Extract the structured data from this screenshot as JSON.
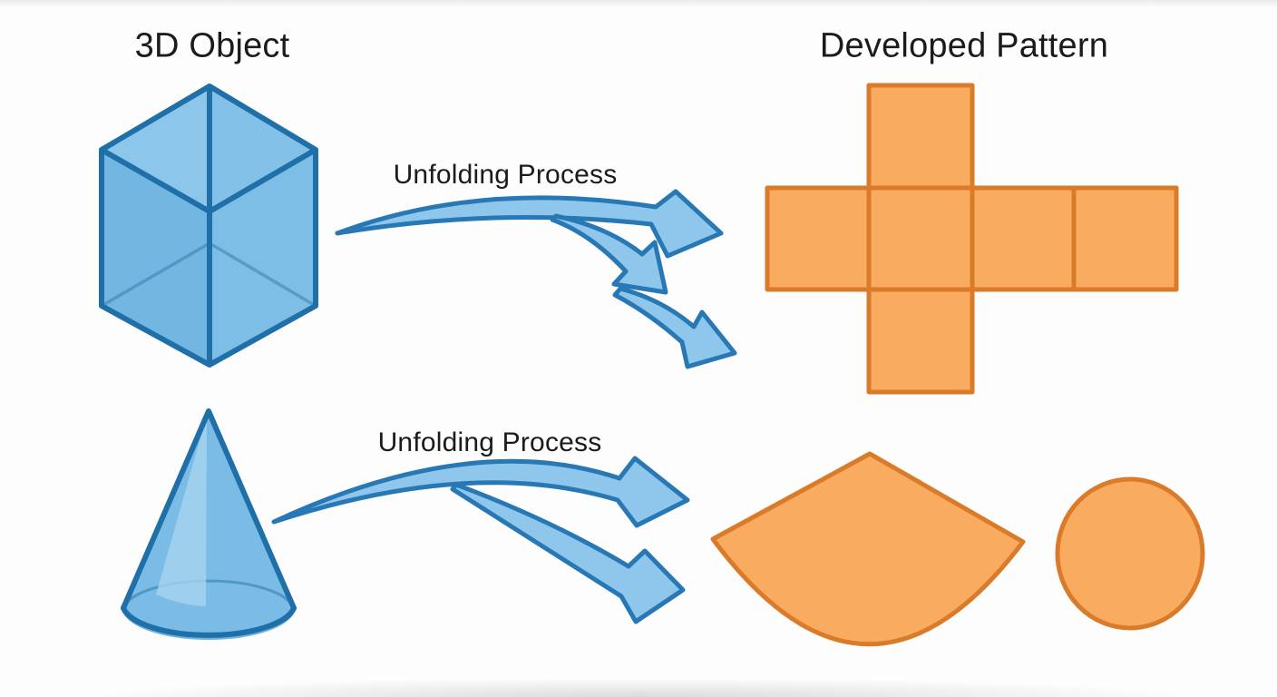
{
  "diagram": {
    "column_titles": {
      "left": "3D Object",
      "right": "Developed Pattern"
    },
    "rows": [
      {
        "object_shape": "cube",
        "process_label": "Unfolding Process",
        "pattern_shape": "cube net — cross of six squares"
      },
      {
        "object_shape": "cone",
        "process_label": "Unfolding Process",
        "pattern_shape": "circular sector with base circle"
      }
    ]
  },
  "colors": {
    "background": "#fdfdfd",
    "title_text": "#1b1b1b",
    "blue_stroke": "#1f6fa8",
    "cube_face_top_left": "#8cc7eb",
    "cube_face_top_right": "#84c1e8",
    "cube_face_left": "#72b6e2",
    "cube_face_right": "#7cbee6",
    "cone_body": "#7abce5",
    "cone_base": "#6fb2df",
    "cone_highlight": "#a7d3ef",
    "arrow_fill": "#8fc7ec",
    "arrow_stroke": "#2778b4",
    "orange_fill": "#f9ab5f",
    "orange_stroke": "#d97b28"
  }
}
